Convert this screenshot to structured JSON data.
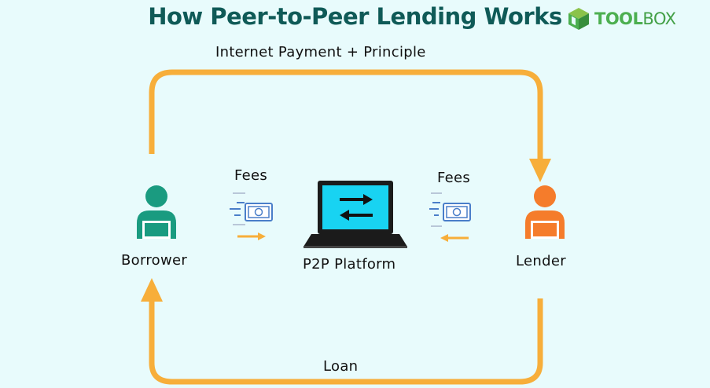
{
  "title": "How Peer-to-Peer Lending Works",
  "logo": {
    "bold": "TOOL",
    "thin": "BOX",
    "icon": "cube-icon"
  },
  "flows": {
    "top": "Internet Payment + Principle",
    "bottom": "Loan",
    "fees_left": "Fees",
    "fees_right": "Fees"
  },
  "nodes": {
    "borrower": "Borrower",
    "platform": "P2P Platform",
    "lender": "Lender"
  },
  "colors": {
    "arrow": "#f7ae3a",
    "borrower": "#1a9b80",
    "lender": "#f57c2b",
    "title": "#0f5a57",
    "screen": "#18d3f2",
    "money": "#4a7ec9"
  }
}
